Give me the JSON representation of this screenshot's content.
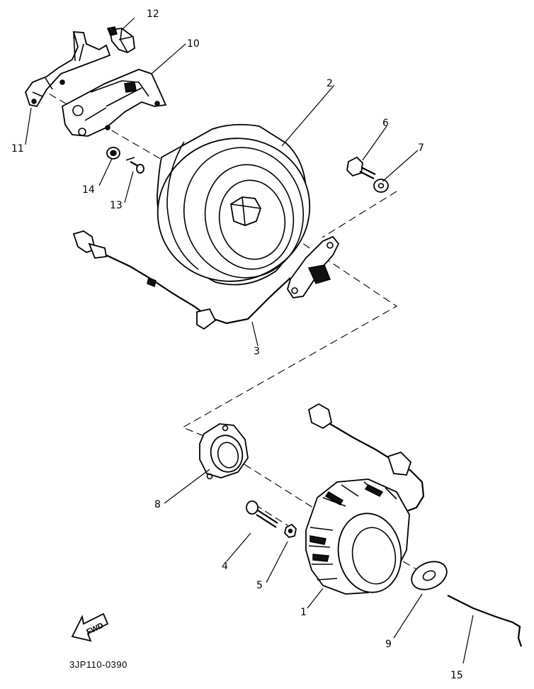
{
  "diagram": {
    "code": "3JP110-0390",
    "direction_label": "FWD",
    "callouts": {
      "p1": "1",
      "p2": "2",
      "p3": "3",
      "p4": "4",
      "p5": "5",
      "p6": "6",
      "p7": "7",
      "p8": "8",
      "p9": "9",
      "p10": "10",
      "p11": "11",
      "p12": "12",
      "p13": "13",
      "p14": "14",
      "p15": "15"
    }
  }
}
